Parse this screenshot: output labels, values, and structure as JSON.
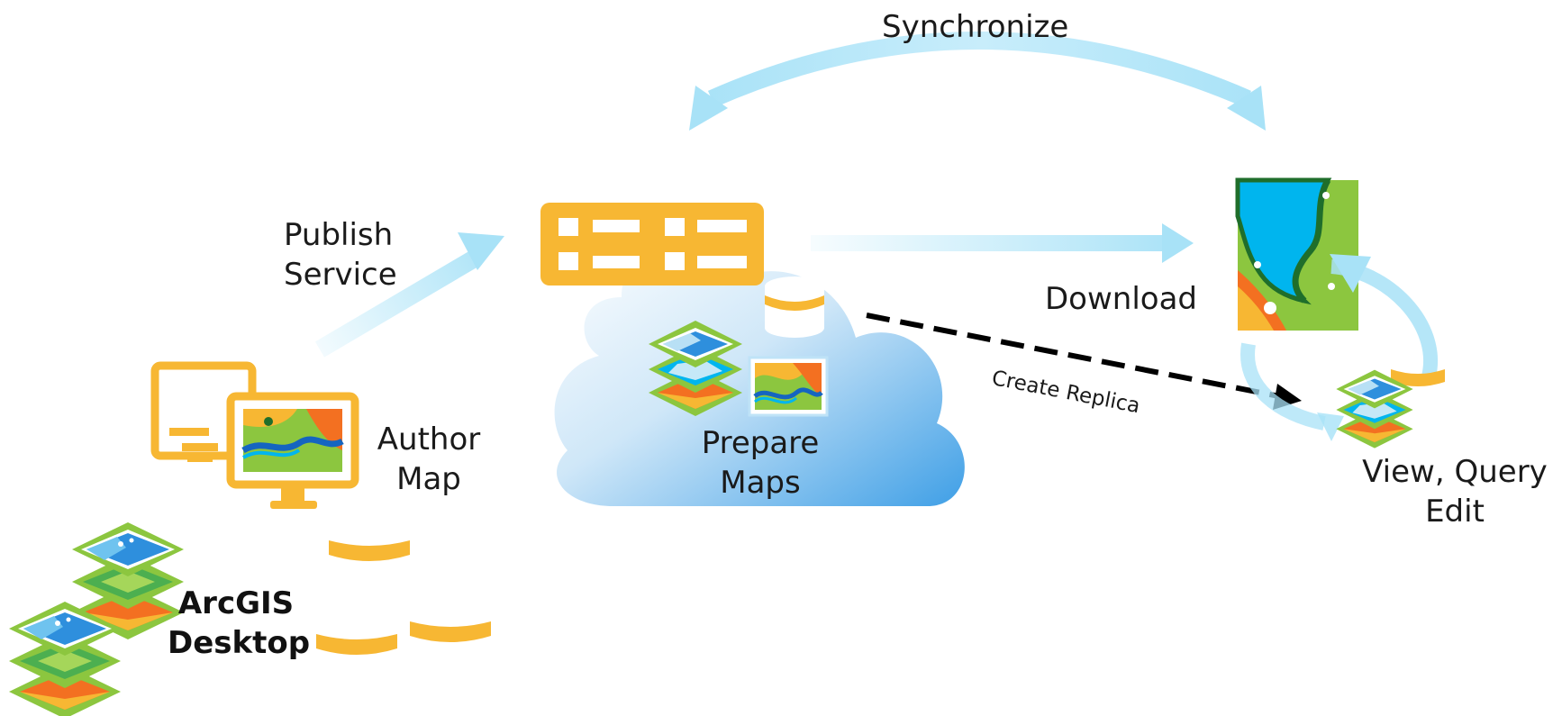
{
  "colors": {
    "accent_yellow": "#F7B733",
    "arrow_blue": "#A8E2F7",
    "cloud_blue": "#4AA6E8",
    "water_blue": "#00B5EE",
    "land_green": "#8CC63F",
    "dark_green": "#1F6E2B"
  },
  "labels": {
    "synchronize": "Synchronize",
    "publish_line1": "Publish",
    "publish_line2": "Service",
    "author_line1": "Author",
    "author_line2": "Map",
    "desktop_line1": "ArcGIS",
    "desktop_line2": "Desktop",
    "prepare_line1": "Prepare",
    "prepare_line2": "Maps",
    "download": "Download",
    "create_replica": "Create Replica",
    "view_line1": "View, Query",
    "view_line2": "Edit"
  },
  "icons": [
    "server-icon",
    "cloud-icon",
    "database-icon",
    "map-layers-icon",
    "map-image-icon",
    "desktop-monitor-icon",
    "mobile-map-icon"
  ]
}
